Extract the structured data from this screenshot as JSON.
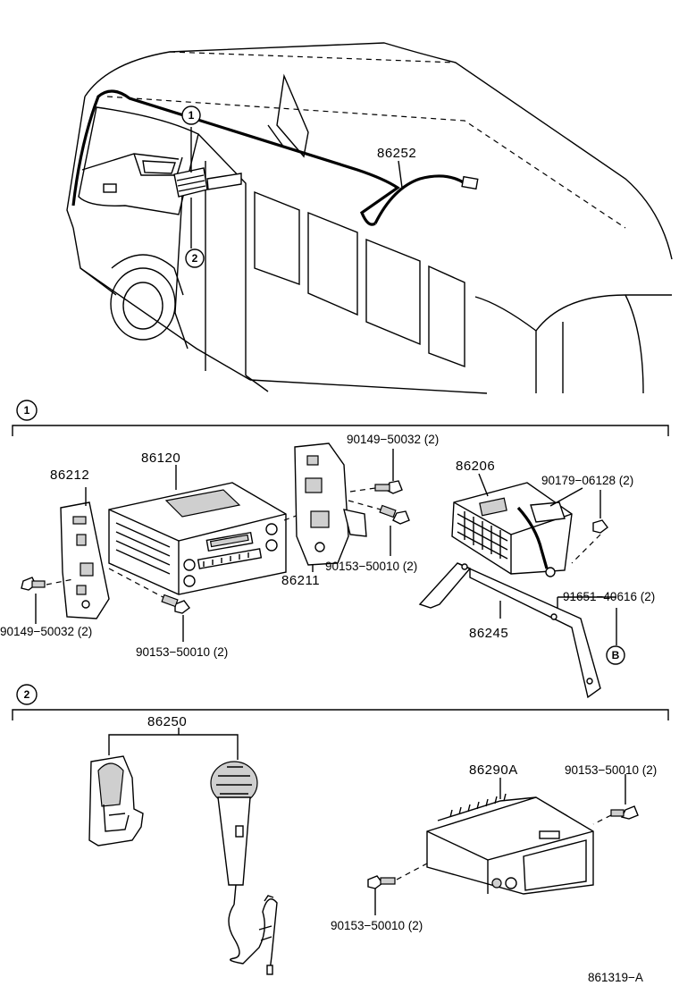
{
  "van": {
    "harness_label": "86252"
  },
  "callouts": {
    "van_1": "1",
    "van_2": "2",
    "section_1": "1",
    "section_2": "2",
    "ground_b": "B"
  },
  "section1": {
    "bracket_left": "86212",
    "radio_receiver": "86120",
    "bracket_right": "86211",
    "amplifier": "86206",
    "amp_bracket": "86245",
    "bolt_top": "90149−50032 (2)",
    "screw_right": "90153−50010 (2)",
    "bolt_left": "90149−50032 (2)",
    "screw_bottom": "90153−50010 (2)",
    "bolt_amp": "90179−06128 (2)",
    "bolt_bracket": "91651−40616 (2)"
  },
  "section2": {
    "microphone": "86250",
    "unit": "86290A",
    "screw_right": "90153−50010 (2)",
    "screw_left": "90153−50010 (2)"
  },
  "footer": {
    "diagram_code": "861319−A"
  }
}
